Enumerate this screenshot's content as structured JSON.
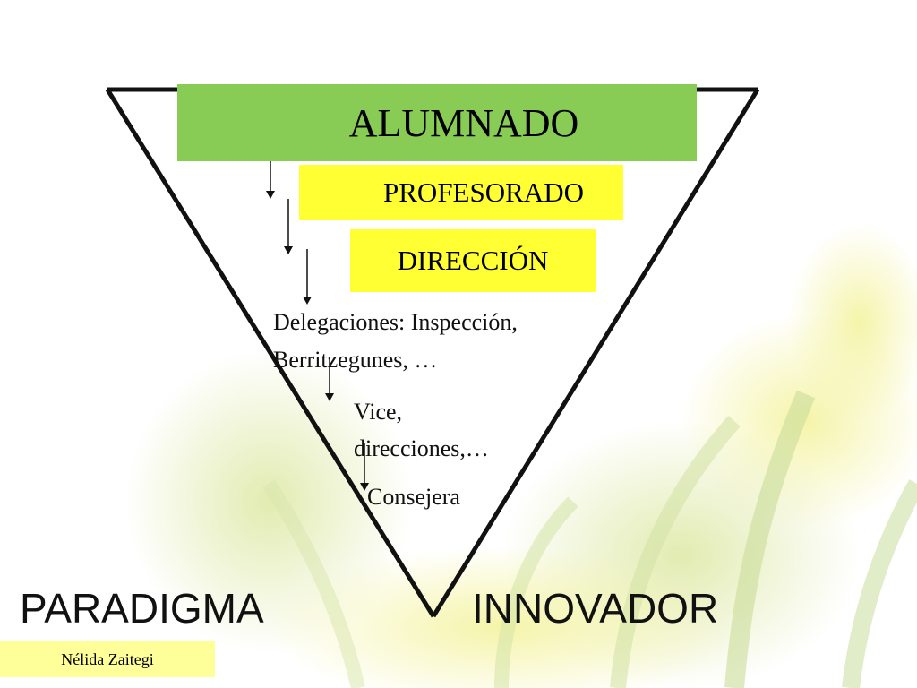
{
  "diagram": {
    "levels": [
      "ALUMNADO",
      "PROFESORADO",
      "DIRECCIÓN"
    ],
    "delegaciones_line1": "Delegaciones: Inspección,",
    "delegaciones_line2": "Berritzegunes, …",
    "vice_line1": "Vice,",
    "vice_line2": "direcciones,…",
    "consejera": "Consejera"
  },
  "footer": {
    "left_word": "PARADIGMA",
    "right_word": "INNOVADOR",
    "author": "Nélida Zaitegi"
  },
  "colors": {
    "alumnado_bg": "#88cc55",
    "level_bg": "#ffff33",
    "author_bg": "#ffff99"
  }
}
